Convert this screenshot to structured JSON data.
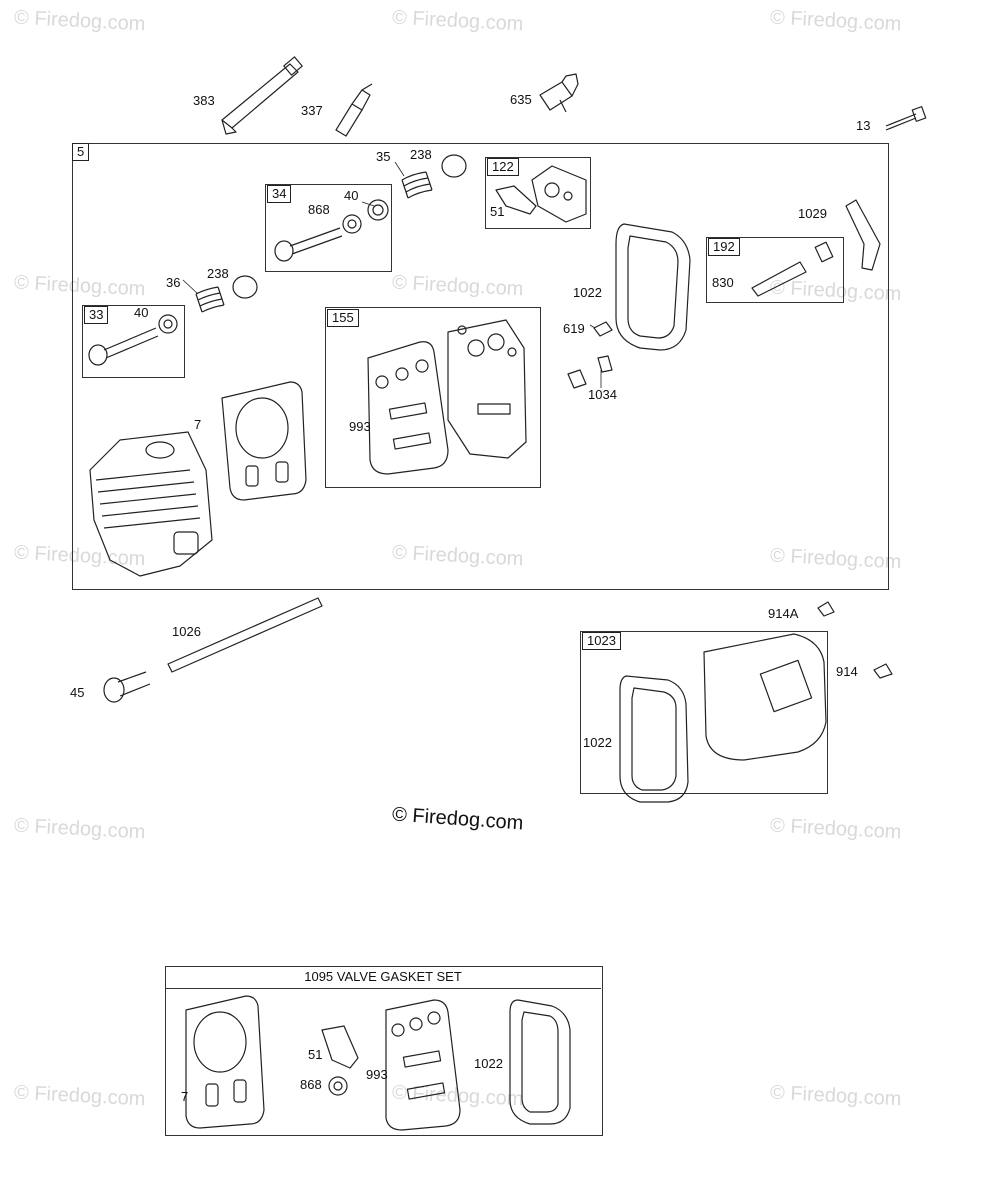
{
  "watermark": "© Firedog.com",
  "center_credit": "© Firedog.com",
  "callouts": {
    "p383": "383",
    "p337": "337",
    "p635": "635",
    "p13": "13",
    "p35": "35",
    "p238a": "238",
    "p122": "122",
    "p51a": "51",
    "p34": "34",
    "p868a": "868",
    "p40a": "40",
    "p1029": "1029",
    "p192": "192",
    "p830": "830",
    "p36": "36",
    "p238b": "238",
    "p1022a": "1022",
    "p33": "33",
    "p40b": "40",
    "p155": "155",
    "p619": "619",
    "p1034": "1034",
    "p7a": "7",
    "p993a": "993",
    "p5": "5",
    "p1026": "1026",
    "p45": "45",
    "p914a": "914A",
    "p1023": "1023",
    "p914": "914",
    "p1022b": "1022",
    "p7b": "7",
    "p51b": "51",
    "p868b": "868",
    "p993b": "993",
    "p1022c": "1022"
  },
  "kit": {
    "title": "1095 VALVE GASKET SET"
  }
}
